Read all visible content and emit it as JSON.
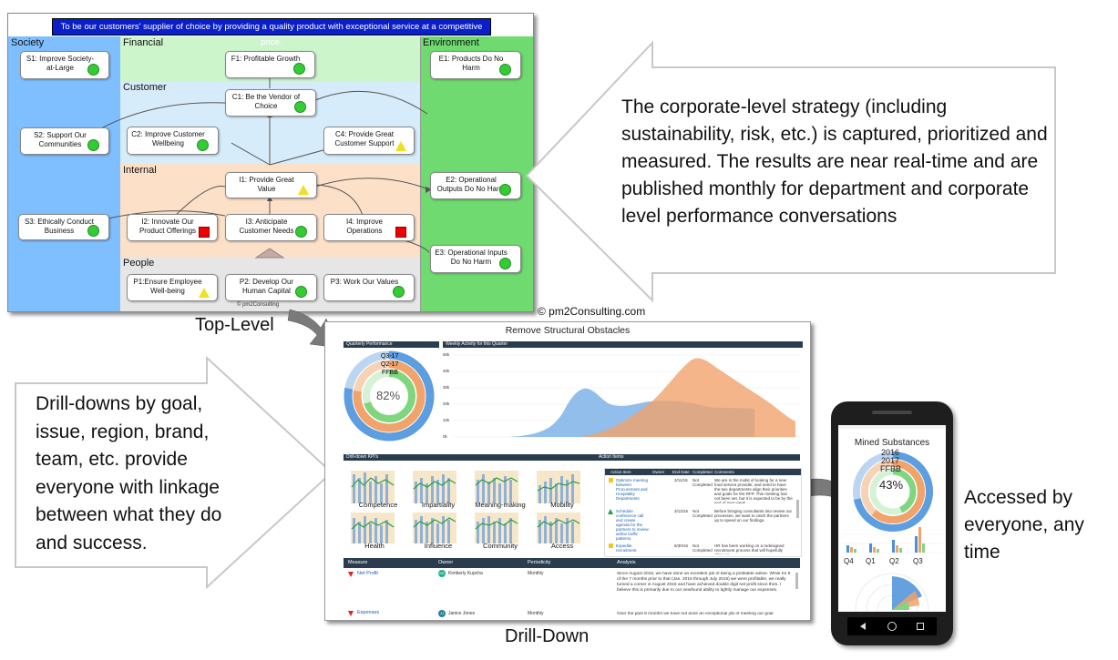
{
  "strategy_map": {
    "banner": "To be our customers' supplier of choice by providing a quality product with exceptional service at a competitive price.",
    "lanes": {
      "society": "Society",
      "financial": "Financial",
      "environment": "Environment",
      "customer": "Customer",
      "internal": "Internal",
      "people": "People"
    },
    "nodes": {
      "s1": "S1: Improve Society-at-Large",
      "s2": "S2: Support Our Communities",
      "s3": "S3: Ethically Conduct Business",
      "f1": "F1: Profitable Growth",
      "c1": "C1: Be the Vendor of Choice",
      "c2": "C2: Improve Customer Wellbeing",
      "c4": "C4: Provide Great Customer Support",
      "i1": "I1: Provide Great Value",
      "i2": "I2: Innovate Our Product Offerings",
      "i3": "I3: Anticipate Customer Needs",
      "i4": "I4: Improve Operations",
      "e1": "E1: Products Do No Harm",
      "e2": "E2: Operational Outputs Do No Harm",
      "e3": "E3: Operational Inputs Do No Harm",
      "p1": "P1:Ensure Employee Well-being",
      "p2": "P2: Develop Our Human Capital",
      "p3": "P3: Work Our Values"
    },
    "footer_copyright": "© pm2Consulting"
  },
  "copyright": "© pm2Consulting.com",
  "labels": {
    "top_level": "Top-Level",
    "drill_down": "Drill-Down"
  },
  "callouts": {
    "corporate": "The corporate-level strategy (including sustainability, risk, etc.) is captured, prioritized and measured.  The results are near real-time and are published monthly for department and corporate level performance conversations",
    "drilldowns": "Drill-downs by goal, issue, region, brand, team, etc. provide everyone with linkage between what they do and success.",
    "accessed": "Accessed by everyone, any time"
  },
  "dashboard": {
    "title": "Remove Structural Obstacles",
    "quarterly_header": "Quarterly Performance",
    "weekly_header": "Weekly Activity for this Quarter",
    "ring_labels": [
      "Q3-17",
      "Q2-17",
      "FFBB"
    ],
    "ring_value": "82%",
    "weekly_y_ticks": [
      "50k",
      "40k",
      "30k",
      "20k",
      "10k",
      "0k"
    ],
    "kpi_header": "Drill-down KPI's",
    "kpis": [
      "Competence",
      "Impartiality",
      "Meaning-making",
      "Mobility",
      "Health",
      "Influence",
      "Community",
      "Access"
    ],
    "action_header": "Action Items",
    "action_columns": [
      "Action Item",
      "Owner",
      "End Date",
      "Completed",
      "Comments"
    ],
    "action_rows": [
      {
        "item": "Optimize meeting between Procurement and Hospitality Departments",
        "date": "3/11/16",
        "status": "Not Completed",
        "comment": "We are in the midst of looking for a new food service provider, and need to have the two departments align their priorities and goals for the RFP. This meeting has not been set, but it is expected to be by the end of next week."
      },
      {
        "item": "Schedule conference call and create agenda for the partners to review airline traffic patterns.",
        "date": "3/13/16",
        "status": "Not Completed",
        "comment": "Before bringing consultants into review our processes, we want to catch the partners up to speed on our findings."
      },
      {
        "item": "Expedite recruitment",
        "date": "8/30/16",
        "status": "Not Completed",
        "comment": "HR has been working on a redesigned recruitment process that will hopefully allow us"
      }
    ],
    "measure_columns": [
      "Measure",
      "Owner",
      "Periodicity",
      "Analysis"
    ],
    "measures": [
      {
        "name": "Net Profit",
        "owner": "Kimberly Kupcha",
        "initials": "KK",
        "period": "Monthly",
        "analysis": "Since August 2015, we have done an excellent job of being a profitable airline. While for 6 of the 7 months prior to that (Jan. 2015 through July 2015) we were profitable, we really turned a corner in August 2015 and have achieved double digit net profit since then. I believe this is primarily due to our newfound ability to tightly manage our expenses."
      },
      {
        "name": "Expenses",
        "owner": "Janice Jones",
        "initials": "JJ",
        "period": "Monthly",
        "analysis": "Over the past 8 months we have not done an exceptional job of meeting our goal"
      }
    ]
  },
  "phone": {
    "title": "Mined Substances",
    "ring_labels": [
      "2016",
      "2017",
      "FFBB"
    ],
    "ring_value": "43%",
    "bar_categories": [
      "Q4",
      "Q1",
      "Q2",
      "Q3"
    ]
  },
  "colors": {
    "society_lane": "#7fbfff",
    "financial_lane": "#ccf5cc",
    "customer_lane": "#d6ecfa",
    "internal_lane": "#fde0c8",
    "people_lane": "#e6e6e6",
    "environment_lane": "#6fda6f",
    "banner": "#0a1fc9",
    "status_green": "#33cc33",
    "status_red": "#e00000",
    "status_yellow": "#f0e020",
    "chart_blue": "#7fb3e8",
    "chart_orange": "#f0a36b"
  }
}
